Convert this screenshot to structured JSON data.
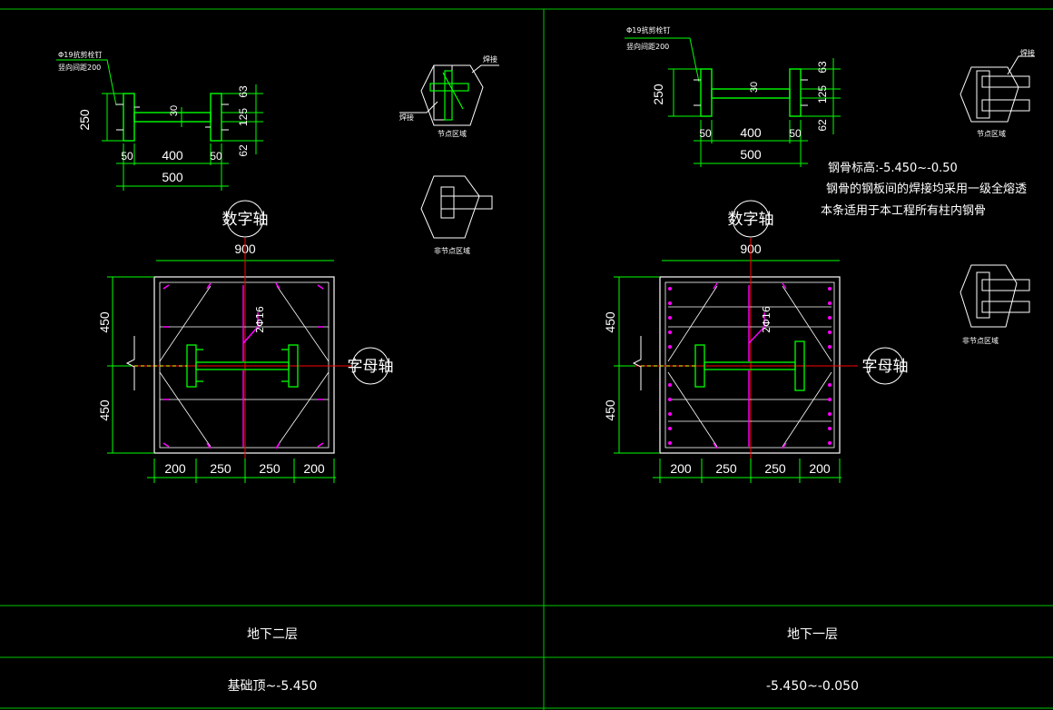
{
  "panels": [
    {
      "id": "left",
      "stud_note_1": "Φ19抗剪栓钉",
      "stud_note_2": "竖向间距200",
      "section_dims": {
        "height": "250",
        "web_t": "30",
        "top": "63",
        "mid": "125",
        "bot": "62",
        "flange_l": "50",
        "web_len": "400",
        "flange_r": "50",
        "total": "500"
      },
      "weld_label_1": "焊接",
      "weld_label_2": "焊接",
      "node_zone": "节点区域",
      "non_node_zone": "非节点区域",
      "numeric_axis": "数字轴",
      "letter_axis": "字母轴",
      "col_width": "900",
      "col_dims_v": [
        "450",
        "450"
      ],
      "col_dims_h": [
        "200",
        "250",
        "250",
        "200"
      ],
      "rebar_label": "2Φ16",
      "floor_label": "地下二层",
      "elevation_label": "基础顶~-5.450"
    },
    {
      "id": "right",
      "stud_note_1": "Φ19抗剪栓钉",
      "stud_note_2": "竖向间距200",
      "section_dims": {
        "height": "250",
        "web_t": "30",
        "top": "63",
        "mid": "125",
        "bot": "62",
        "flange_l": "50",
        "web_len": "400",
        "flange_r": "50",
        "total": "500"
      },
      "weld_label_1": "焊接",
      "node_zone": "节点区域",
      "non_node_zone": "非节点区域",
      "notes": [
        "钢骨标高:-5.450~-0.50",
        "钢骨的钢板间的焊接均采用一级全熔透",
        "本条适用于本工程所有柱内钢骨"
      ],
      "numeric_axis": "数字轴",
      "letter_axis": "字母轴",
      "col_width": "900",
      "col_dims_v": [
        "450",
        "450"
      ],
      "col_dims_h": [
        "200",
        "250",
        "250",
        "200"
      ],
      "rebar_label": "2Φ16",
      "floor_label": "地下一层",
      "elevation_label": "-5.450~-0.050"
    }
  ],
  "colors": {
    "background": "#000000",
    "frame": "#00c800",
    "dimension": "#00ff00",
    "steel": "#00ff00",
    "rebar": "#ff00ff",
    "axis": "#ff0000",
    "text": "#ffffff",
    "leader": "#00ff00",
    "concrete": "#ffffff"
  }
}
